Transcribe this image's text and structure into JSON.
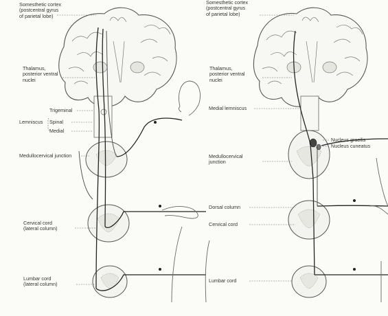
{
  "left_panel": {
    "cortex_label": "Somesthetic cortex\n(postcentral gyrus\nof parietal lobe)",
    "thalamus_label": "Thalamus,\nposterior ventral\nnuclei",
    "lemniscus_label": "Lemniscus",
    "trigeminal_label": "Trigeminal",
    "spinal_label": "Spinal",
    "medial_label": "Medial",
    "medullo_label": "Medullocervical junction",
    "cervical_label": "Cervical cord\n(lateral column)",
    "lumbar_label": "Lumbar cord\n(lateral column)"
  },
  "right_panel": {
    "cortex_label": "Somesthetic cortex\n(postcentral gyrus\nof parietal lobe)",
    "thalamus_label": "Thalamus,\nposterior ventral\nnuclei",
    "medial_lemniscus_label": "Medial lemniscus",
    "gracilis_label": "Nucleus gracilis",
    "cuneatus_label": "Nucleus cuneatus",
    "medullo_label": "Medullocervical\njunction",
    "dorsal_column_label": "Dorsal column",
    "cervical_label": "Cervical cord",
    "lumbar_label": "Lumbar cord"
  }
}
